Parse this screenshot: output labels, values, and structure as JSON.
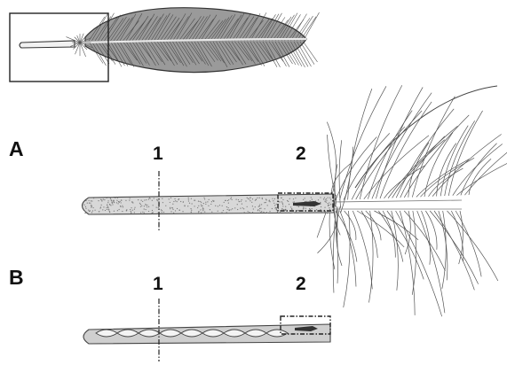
{
  "panels": [
    {
      "id": "A",
      "label": "A"
    },
    {
      "id": "B",
      "label": "B"
    }
  ],
  "section_markers": {
    "a1": "1",
    "a2": "2",
    "b1": "1",
    "b2": "2"
  },
  "colors": {
    "ink": "#222222",
    "shaft": "#8a8a8a",
    "vane": "#5a5a5a",
    "background": "#ffffff"
  },
  "icons": {
    "overview": "feather-icon",
    "panel_a": "feather-calamus-detail-icon",
    "panel_b": "calamus-section-icon"
  }
}
